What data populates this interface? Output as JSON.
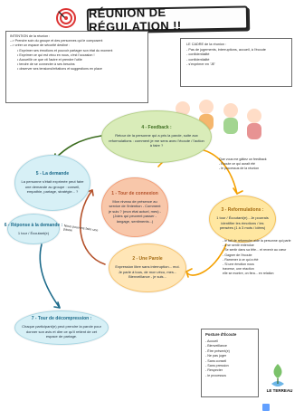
{
  "header": {
    "title": "RÉUNION DE RÉGULATION !!",
    "icon": "target-icon"
  },
  "intention": {
    "lines": [
      "INTENTION de la réunion :",
      "--> Prendre soin du groupe et des personnes qui le composent",
      "--> créer un espace de sécurité destiné :",
      "• Exprimer ses émotions et pouvoir partager son état du moment",
      "• Exprimer ce qui est vécu en nous, c'est l'occasion !",
      "• Accueillir ce que vit l'autre et prendre l'utile",
      "• tendre de se connecter à ses besoins",
      "• observer ses tensions/irritations et suggestions en place"
    ]
  },
  "cadre": {
    "lines": [
      "LE CADRE de la réunion :",
      "- Pas de jugements, interruptions, accueil, à l'écoute",
      "- confidentialité",
      "- confidentialité",
      "- s'exprimer en 'JE'"
    ]
  },
  "cards": {
    "feedback": {
      "title": "4 - Feedback :",
      "body": "Retour de la personne qui a pris la parole, suite aux reformulations : comment je me sens avec l'écoute / l'action à faire ?"
    },
    "demande": {
      "title": "5 - La demande",
      "body": "La personne s'était exprimée peut faire une demande au groupe : conseil, empathie, partage, stratégie... ?"
    },
    "tour": {
      "title": "1 - Tour de connexion",
      "body": "Mon niveau de présence au service de l'intention - Comment je suis ? (mon état actuel, mes) - (Joies qui peuvent passer - langage, sentiments...)"
    },
    "reformulations": {
      "title": "3 - Reformulations :",
      "body": "1 tour / Écoutant(e) - Je pourrais identifier les émotions / les pensées (1 à 3 mots / idées)"
    },
    "reponse": {
      "title": "6 - Réponse à la demande :",
      "body": "1 tour / Écoutant(e)"
    },
    "parole": {
      "title": "2 - Une Parole",
      "body": "Expression libre sans interruption... moi. Je parle à tous, de mon vécu, mes... Bienveillance - je suis..."
    },
    "decomposition": {
      "title": "7 - Tour de décompression :",
      "body": "Chaque participant(e) peut prendre la parole pour donner son avis et dire ce qu'il retient de cet espace de partage."
    }
  },
  "notes": {
    "right_top": [
      "Que vous me gâtiez un feedback",
      "- Écoute ce qui aurait été",
      "- le processus de la réunion"
    ],
    "right_bottom": [
      "- le fait de reformuler aide la personne qui parle",
      "- à se sentir entendue",
      "- Se sentir dans sa tête... et revenir au cœur",
      "- Gagner de l'écoute",
      "- Ramener à ce qui a été",
      "- Si une émotion nous",
      "  traverse, une réaction",
      "  elle se montre, on fera... en relation"
    ],
    "left_mini": "Nous pouvons faire une pause"
  },
  "posture": {
    "head": "Posture d'Écoute",
    "items": [
      "- Accueil",
      "- Bienveillance",
      "- Être présent(e)",
      "- Ne pas juger",
      "- Sans conseil",
      "- Sans pression",
      "- Respecter",
      "- le processus"
    ]
  },
  "logo": {
    "text": "LE TERREAU"
  },
  "colors": {
    "feedback": "#d9ecb9",
    "demande": "#d7f0f6",
    "tour": "#f8c7aa",
    "reformulations": "#ffe7a1",
    "parole": "#ffe6b7",
    "decomposition": "#d7f0f6",
    "arrow": "#f4a000"
  }
}
